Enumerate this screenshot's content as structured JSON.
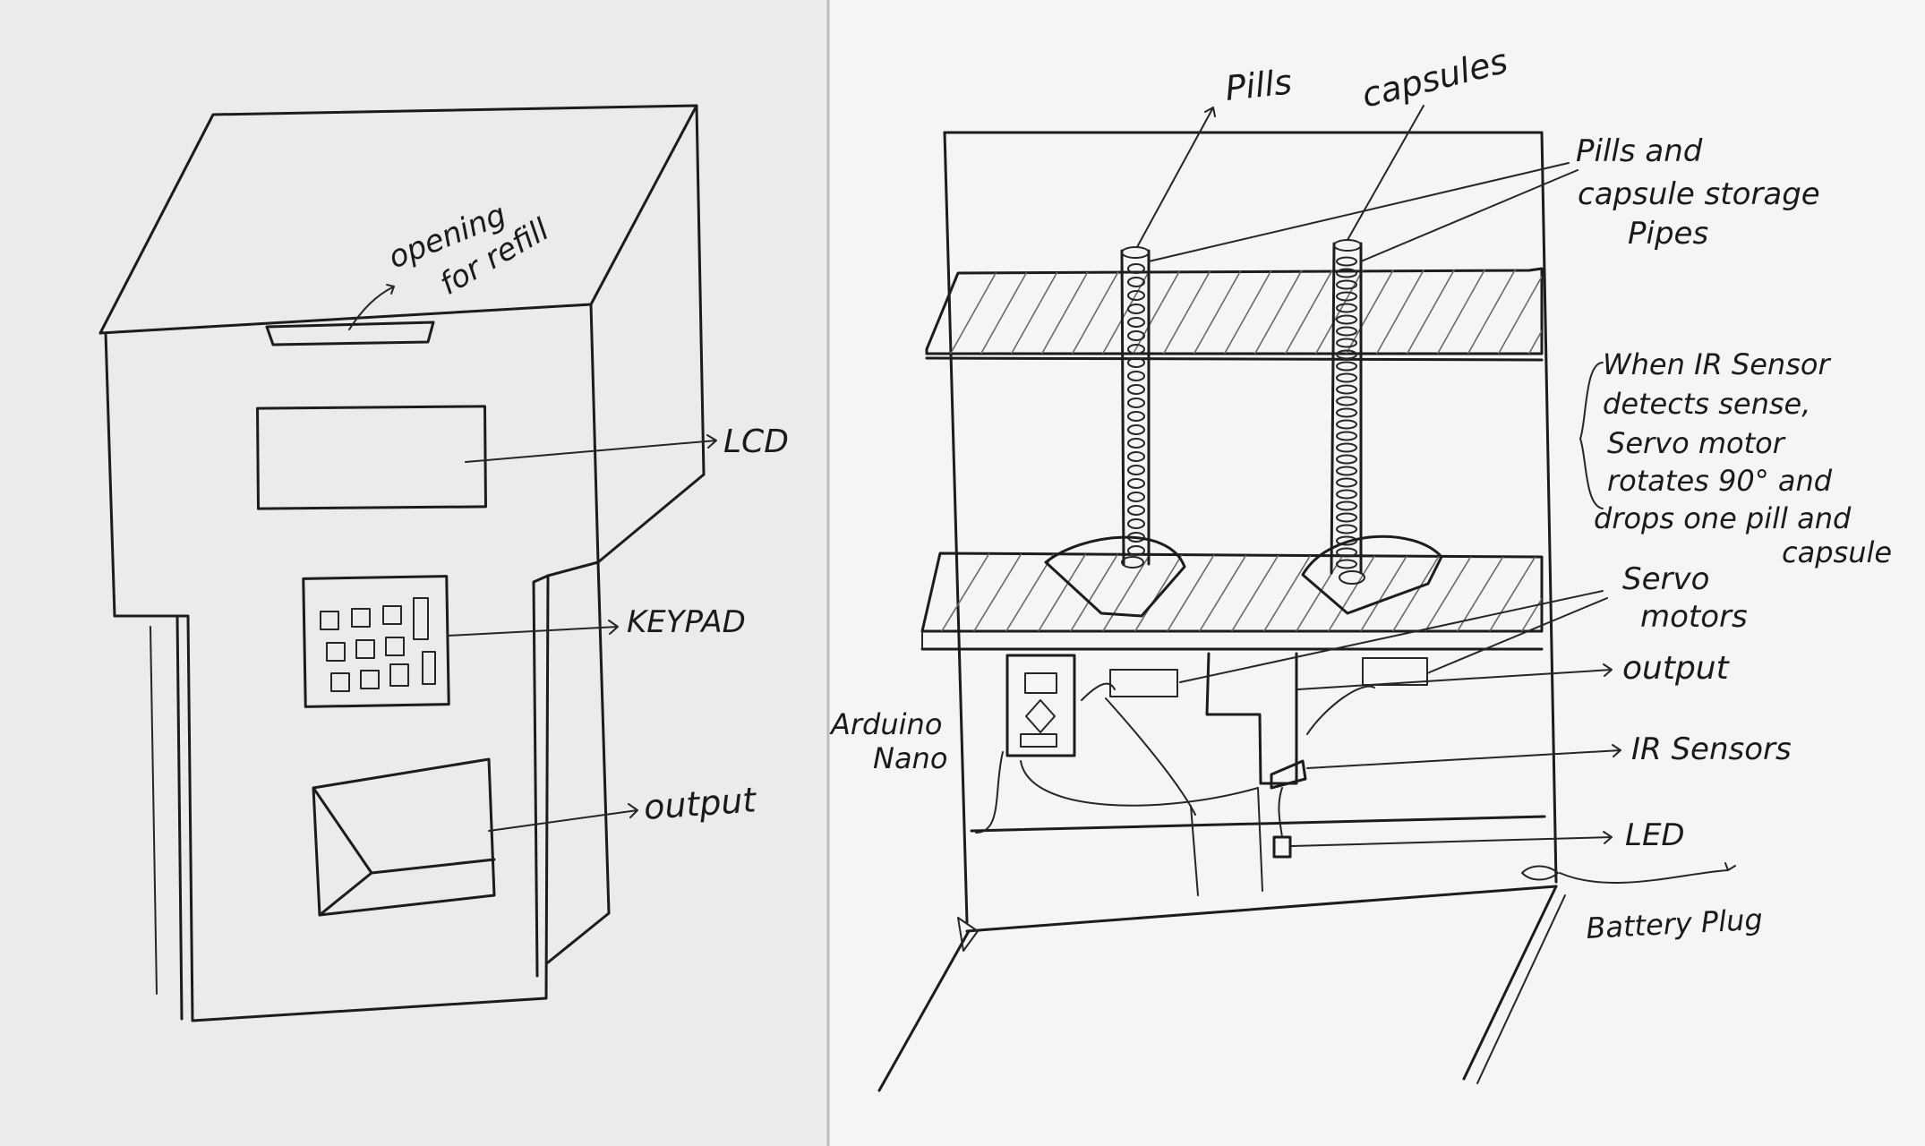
{
  "diagram": {
    "left_panel": {
      "labels": {
        "opening_for_refill_line1": "opening",
        "opening_for_refill_line2": "for refill",
        "lcd": "LCD",
        "keypad": "KEYPAD",
        "output": "output"
      }
    },
    "right_panel": {
      "labels": {
        "pills": "Pills",
        "capsules": "capsules",
        "storage_line1": "Pills and",
        "storage_line2": "capsule storage",
        "storage_line3": "Pipes",
        "note_line1": "When IR Sensor",
        "note_line2": "detects sense,",
        "note_line3": "Servo motor",
        "note_line4": "rotates 90° and",
        "note_line5": "drops one pill and",
        "note_line6": "capsule",
        "servo_line1": "Servo",
        "servo_line2": "motors",
        "output": "output",
        "ir_sensors": "IR Sensors",
        "led": "LED",
        "arduino_line1": "Arduino",
        "arduino_line2": "Nano",
        "battery_plug": "Battery Plug"
      }
    }
  },
  "colors": {
    "paper": "#ececec",
    "paper_right": "#f4f4f4",
    "ink": "#1c1c1c"
  }
}
